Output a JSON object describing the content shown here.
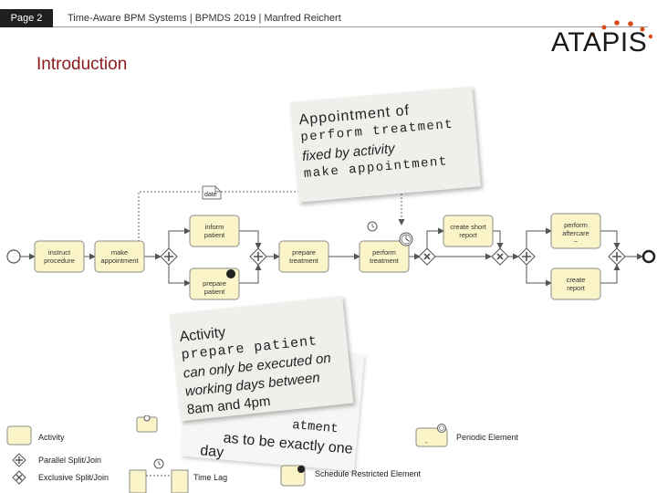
{
  "header": {
    "page_badge": "Page 2",
    "title": "Time-Aware BPM Systems | BPMDS 2019 | Manfred Reichert",
    "logo": "ATAPIS"
  },
  "slide_title": "Introduction",
  "diagram": {
    "date_label": "date",
    "activities": {
      "instruct": "instruct procedure",
      "make_appointment": "make appointment",
      "inform": "inform patient",
      "prepare_patient": "prepare patient",
      "prepare_treatment": "prepare treatment",
      "perform_treatment": "perform treatment",
      "create_short_report": "create short report",
      "perform_aftercare": "perform aftercare",
      "create_report": "create report"
    }
  },
  "note_top": {
    "lines": [
      "Appointment of",
      "perform treatment",
      "fixed by activity",
      "make appointment"
    ]
  },
  "note_bottom": {
    "lines": [
      "Activity",
      "prepare patient",
      "can only be executed on",
      "working days between",
      "8am and 4pm"
    ]
  },
  "hidden_note_fragments": {
    "line_a": "atment",
    "line_b": "as to be exactly one",
    "line_c": "day"
  },
  "legend": {
    "activity": "Activity",
    "parallel": "Parallel Split/Join",
    "exclusive": "Exclusive Split/Join",
    "time_lag": "Time Lag",
    "schedule": "Schedule Restricted Element",
    "periodic": "Periodic Element"
  },
  "colors": {
    "activity_fill": "#fbf4c8",
    "activity_stroke": "#8b8b8b",
    "title": "#8b1a1a",
    "logo_accent": "#d84a1b"
  }
}
